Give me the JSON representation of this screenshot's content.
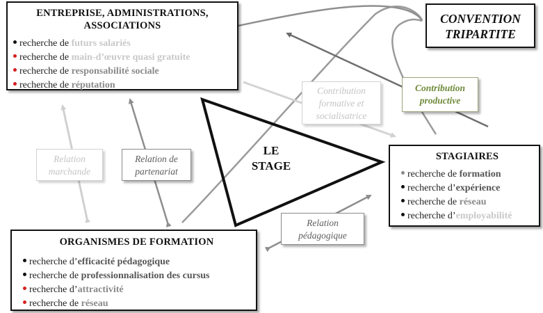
{
  "colors": {
    "dot_black": "#111111",
    "dot_red": "#d62020",
    "dot_grey": "#8a8a8a",
    "kw_light": "#c8c8c8",
    "kw_mid": "#8a8a8a",
    "kw_dark": "#555555",
    "contribution_productive": "#6f8a3a"
  },
  "entreprise": {
    "title": "ENTREPRISE, ADMINISTRATIONS, ASSOCIATIONS",
    "items": [
      {
        "prefix": "recherche de",
        "keyword": "futurs salariés",
        "dot": "black",
        "tone": "light"
      },
      {
        "prefix": "recherche de",
        "keyword": "main-d’œuvre quasi gratuite",
        "dot": "red",
        "tone": "light"
      },
      {
        "prefix": "recherche de",
        "keyword": "responsabilité sociale",
        "dot": "red",
        "tone": "mid"
      },
      {
        "prefix": "recherche de",
        "keyword": "réputation",
        "dot": "red",
        "tone": "mid"
      }
    ]
  },
  "convention": {
    "line1": "CONVENTION",
    "line2": "TRIPARTITE"
  },
  "stage": {
    "line1": "LE",
    "line2": "STAGE"
  },
  "stagiaires": {
    "title": "STAGIAIRES",
    "items": [
      {
        "prefix": "recherche de",
        "keyword": "formation",
        "dot": "grey",
        "tone": "dark"
      },
      {
        "prefix": "recherche d’",
        "keyword": "expérience",
        "dot": "black",
        "tone": "dark"
      },
      {
        "prefix": "recherche de",
        "keyword": "réseau",
        "dot": "black",
        "tone": "mid"
      },
      {
        "prefix": "recherche d’",
        "keyword": "employabilité",
        "dot": "black",
        "tone": "light"
      }
    ]
  },
  "organismes": {
    "title": "ORGANISMES DE FORMATION",
    "items": [
      {
        "prefix": "recherche d’",
        "keyword": "efficacité pédagogique",
        "dot": "black",
        "tone": "dark"
      },
      {
        "prefix": "recherche de",
        "keyword": "professionnalisation des cursus",
        "dot": "black",
        "tone": "dark"
      },
      {
        "prefix": "recherche d’",
        "keyword": "attractivité",
        "dot": "red",
        "tone": "mid"
      },
      {
        "prefix": "recherche de",
        "keyword": "réseau",
        "dot": "red",
        "tone": "mid"
      }
    ]
  },
  "labels": {
    "contribution_formative": "Contribution formative et socialisatrice",
    "contribution_productive": "Contribution productive",
    "relation_marchande": "Relation marchande",
    "relation_partenariat": "Relation de partenariat",
    "relation_pedagogique": "Relation pédagogique"
  }
}
